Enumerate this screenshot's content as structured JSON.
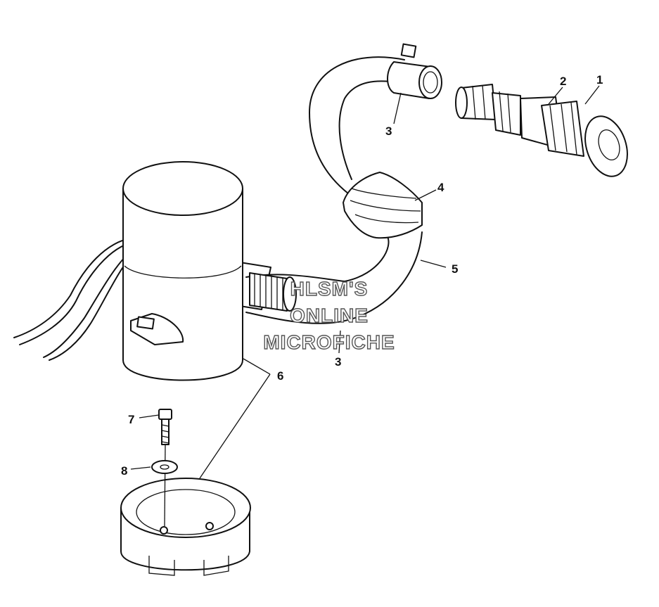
{
  "callouts": {
    "c1": "1",
    "c2": "2",
    "c3_top": "3",
    "c3_bottom": "3",
    "c4": "4",
    "c5": "5",
    "c6": "6",
    "c7": "7",
    "c8": "8"
  },
  "watermark": {
    "line1": "HLSM'S",
    "line2": "ONLINE",
    "line3": "MICROFICHE"
  },
  "icons": [
    "bilge-pump",
    "thru-hull-fitting",
    "hose-clamp",
    "hose-sleeve",
    "discharge-hose",
    "pump-base",
    "bolt",
    "washer",
    "wire-harness"
  ]
}
